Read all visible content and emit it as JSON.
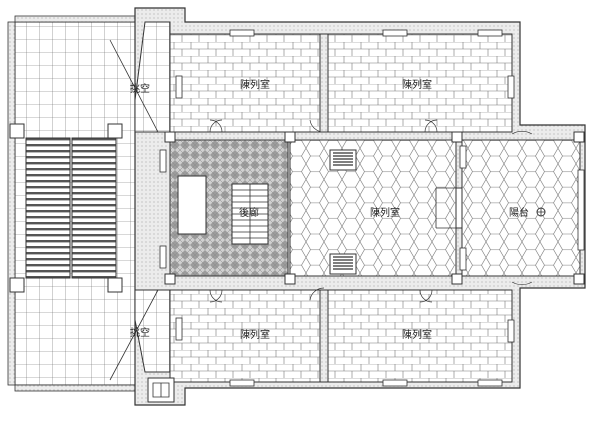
{
  "plan": {
    "rooms": [
      {
        "key": "north-west-gallery",
        "label": "陳列室"
      },
      {
        "key": "north-east-gallery",
        "label": "陳列室"
      },
      {
        "key": "south-west-gallery",
        "label": "陳列室"
      },
      {
        "key": "south-east-gallery",
        "label": "陳列室"
      },
      {
        "key": "central-gallery",
        "label": "陳列室"
      },
      {
        "key": "stair-hall",
        "label": "後廊"
      },
      {
        "key": "balcony",
        "label": "陽台"
      },
      {
        "key": "void-north",
        "label": "挑空"
      },
      {
        "key": "void-south",
        "label": "挑空"
      }
    ],
    "colors": {
      "wall": "#e9e9e9",
      "line": "#333333",
      "hatch": "#bcbcbc"
    }
  }
}
